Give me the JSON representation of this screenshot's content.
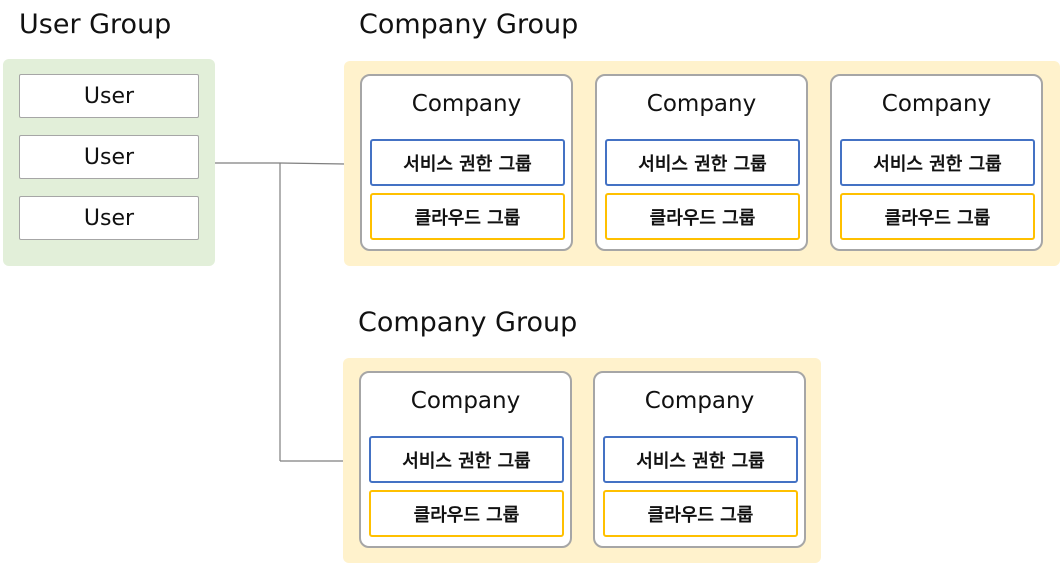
{
  "user_group": {
    "title": "User Group",
    "users": [
      "User",
      "User",
      "User"
    ]
  },
  "company_groups": [
    {
      "title": "Company Group",
      "companies": [
        {
          "name": "Company",
          "service_group": "서비스 권한 그룹",
          "cloud_group": "클라우드 그룹"
        },
        {
          "name": "Company",
          "service_group": "서비스 권한 그룹",
          "cloud_group": "클라우드 그룹"
        },
        {
          "name": "Company",
          "service_group": "서비스 권한 그룹",
          "cloud_group": "클라우드 그룹"
        }
      ]
    },
    {
      "title": "Company Group",
      "companies": [
        {
          "name": "Company",
          "service_group": "서비스 권한 그룹",
          "cloud_group": "클라우드 그룹"
        },
        {
          "name": "Company",
          "service_group": "서비스 권한 그룹",
          "cloud_group": "클라우드 그룹"
        }
      ]
    }
  ],
  "colors": {
    "user_group_bg": "#e2efd9",
    "company_group_bg": "#fff2cc",
    "service_group_border": "#4472c4",
    "cloud_group_border": "#ffc000",
    "connector": "#7f7f7f"
  }
}
